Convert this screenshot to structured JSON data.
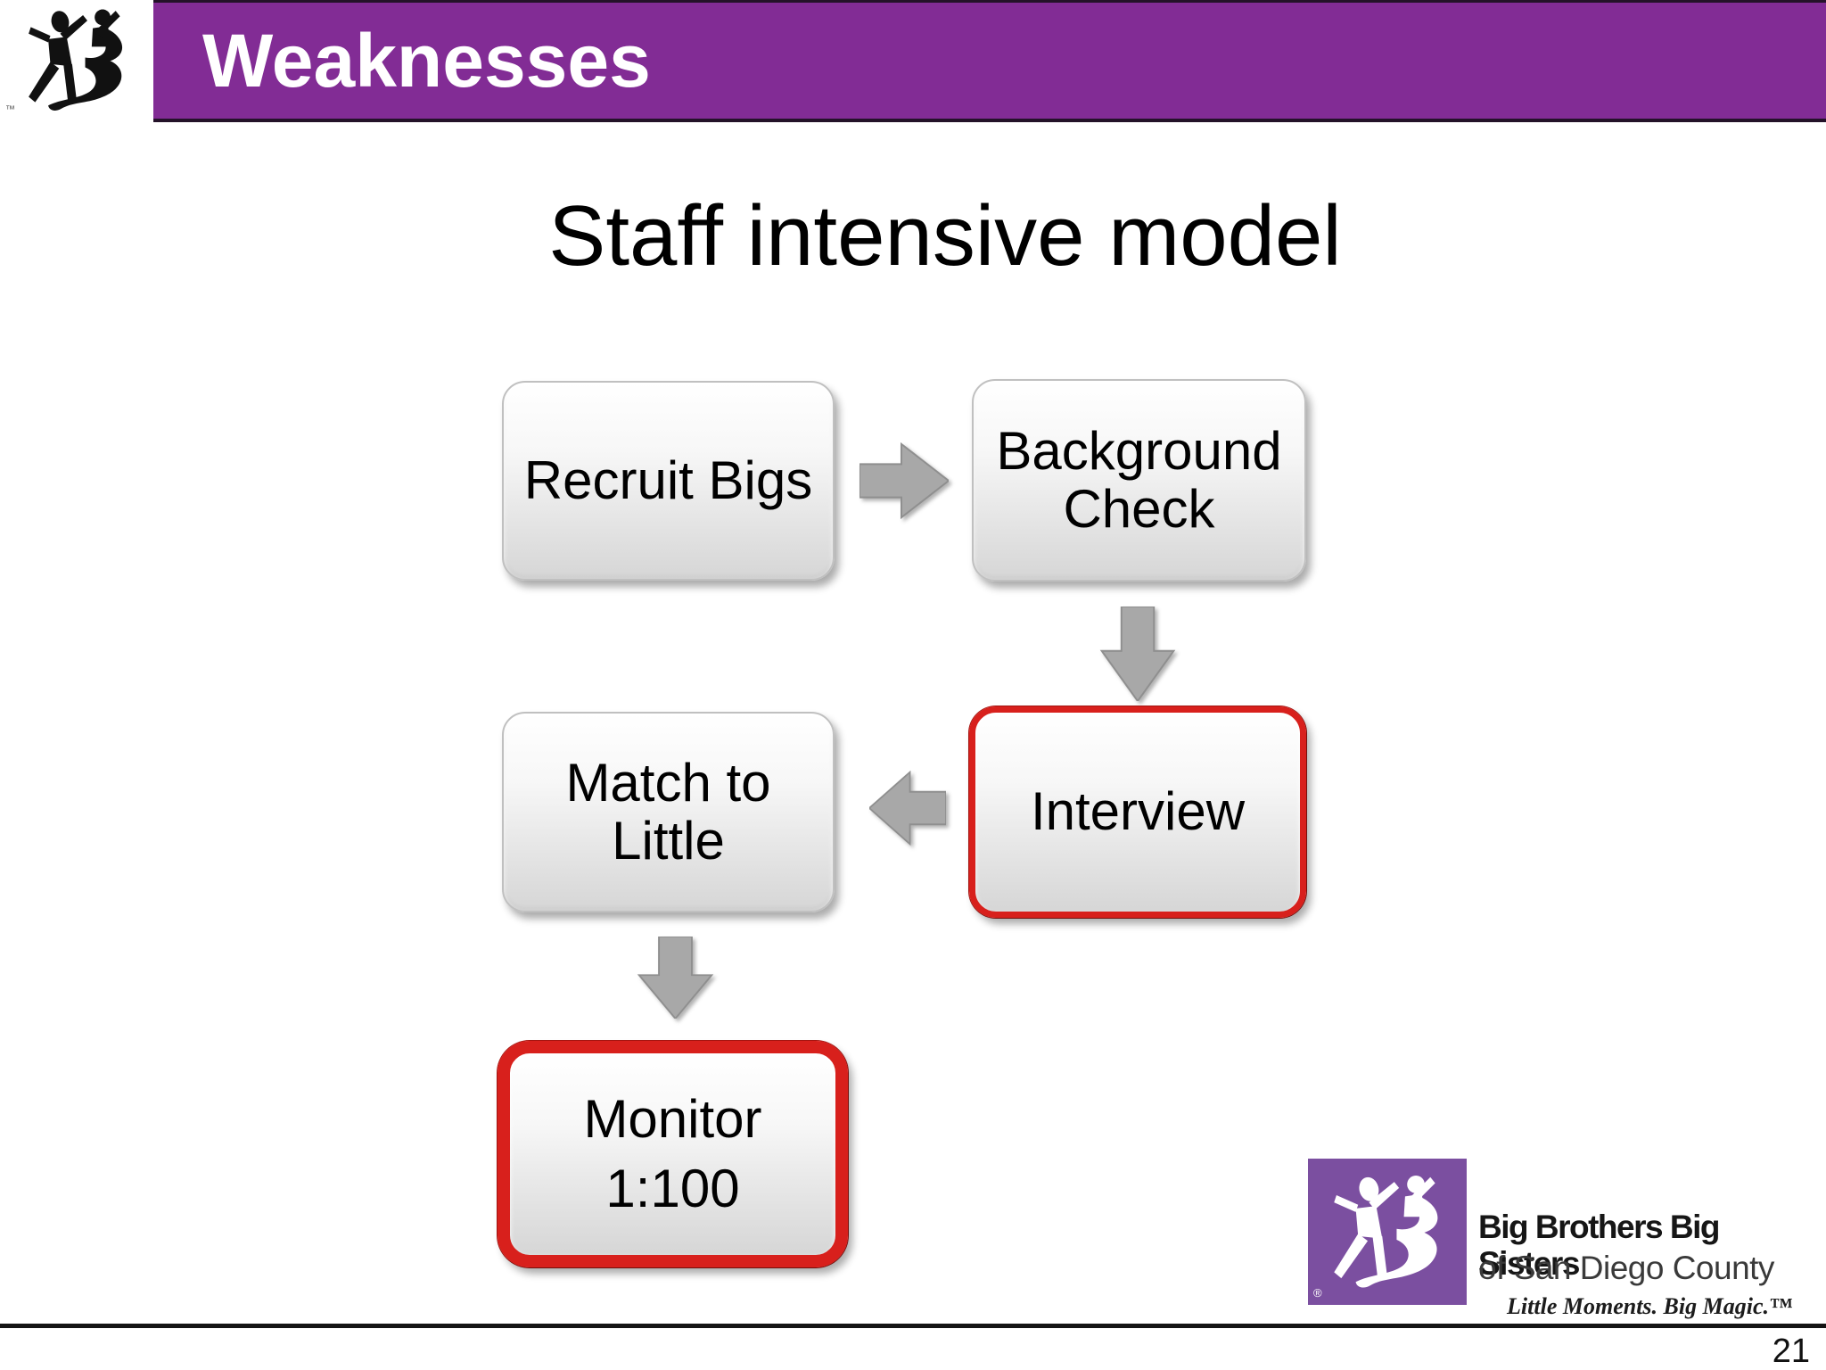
{
  "theme": {
    "header_purple": "#822C95",
    "header_border": "#241229",
    "logo_purple": "#7B4FA0",
    "highlight_red": "#D8201C",
    "arrow_gray": "#A8A8A8",
    "arrow_edge": "#8F8F8F",
    "box_border": "#C0C0C0"
  },
  "header": {
    "title": "Weaknesses",
    "logo_trademark": "™"
  },
  "slide": {
    "title": "Staff intensive model",
    "page_number": "21"
  },
  "flowchart": {
    "boxes": [
      {
        "id": "recruit",
        "label": "Recruit Bigs",
        "highlighted": false
      },
      {
        "id": "background-check",
        "label": "Background Check",
        "highlighted": false
      },
      {
        "id": "interview",
        "label": "Interview",
        "highlighted": true
      },
      {
        "id": "match-to-little",
        "label": "Match to Little",
        "highlighted": false
      },
      {
        "id": "monitor",
        "label_line1": "Monitor",
        "label_line2": "1:100",
        "highlighted": true
      }
    ],
    "arrows": [
      {
        "from": "recruit",
        "to": "background-check",
        "direction": "right"
      },
      {
        "from": "background-check",
        "to": "interview",
        "direction": "down"
      },
      {
        "from": "interview",
        "to": "match-to-little",
        "direction": "left"
      },
      {
        "from": "match-to-little",
        "to": "monitor",
        "direction": "down"
      }
    ]
  },
  "footer": {
    "brand_line1": "Big Brothers Big Sisters",
    "brand_line2": "of San Diego County",
    "tagline": "Little Moments. Big Magic.™",
    "registered_mark": "®"
  }
}
